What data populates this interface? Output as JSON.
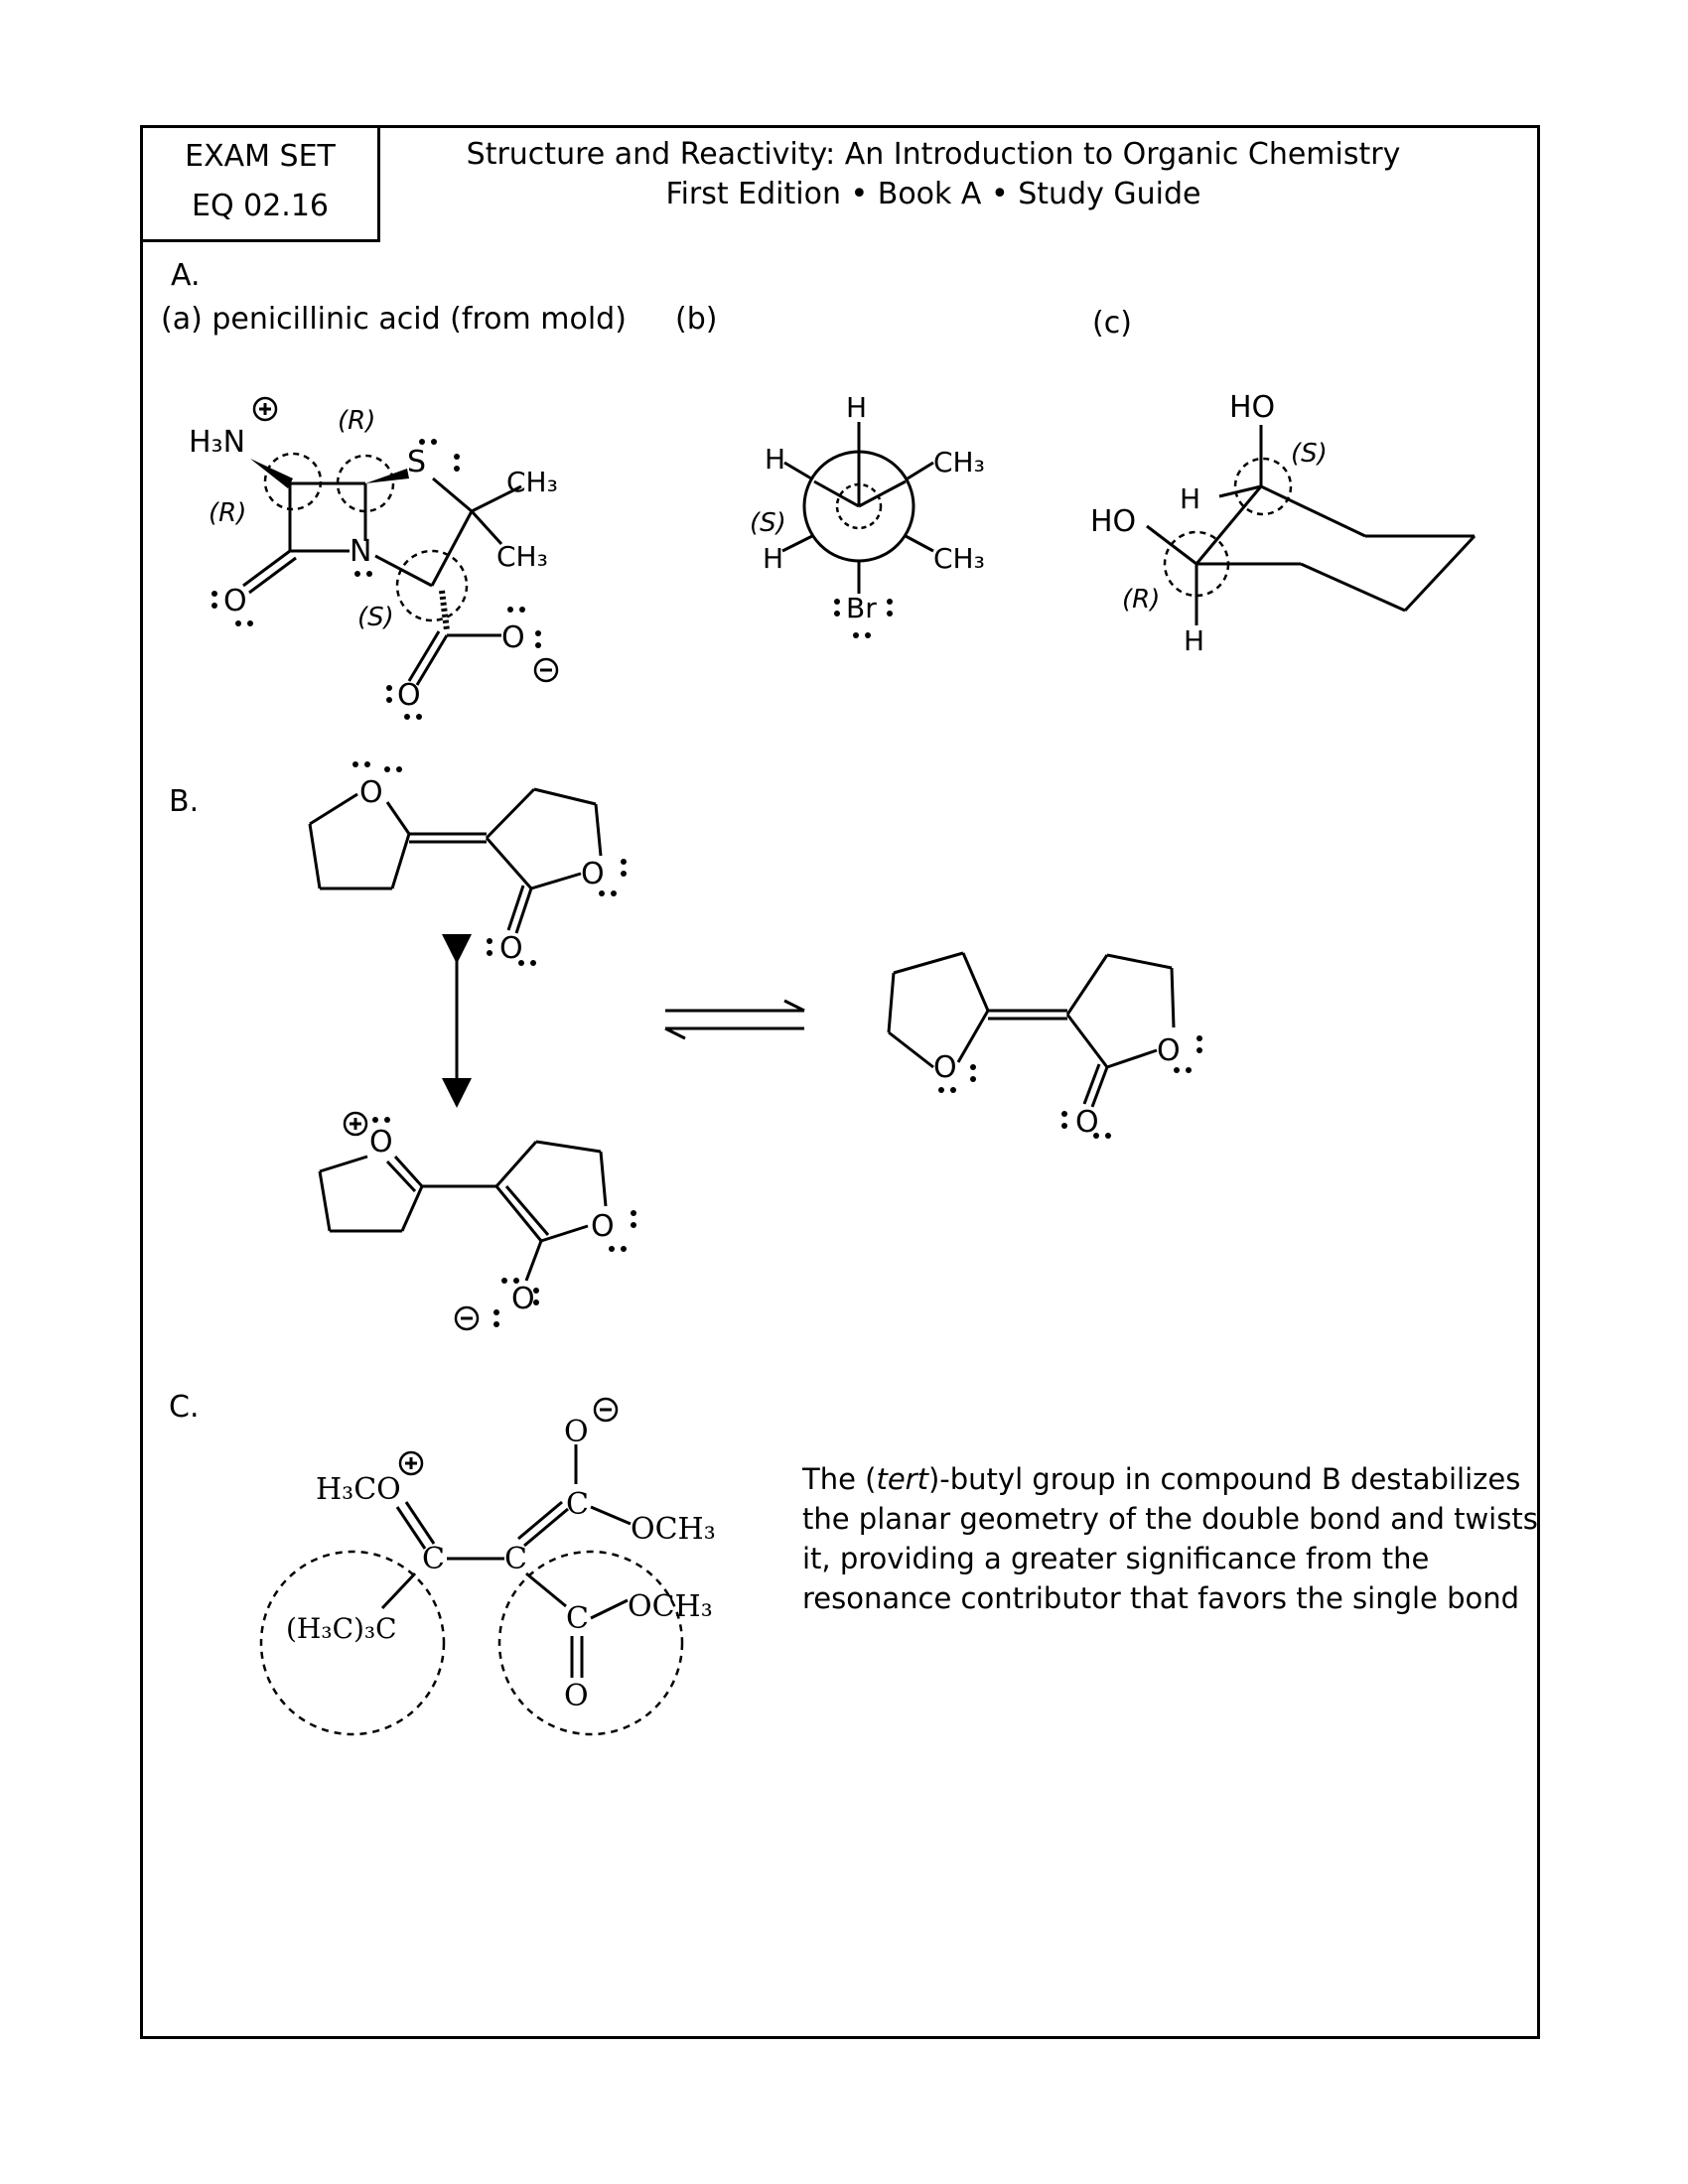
{
  "header": {
    "exam_set": "EXAM SET",
    "exam_code": "EQ 02.16",
    "title_line1": "Structure and Reactivity: An Introduction to Organic Chemistry",
    "title_line2": "First Edition • Book A • Study Guide"
  },
  "section_a": {
    "label": "A.",
    "part_a_label": "(a) penicillinic acid (from mold)",
    "part_b_label": "(b)",
    "part_c_label": "(c)"
  },
  "section_b": {
    "label": "B."
  },
  "section_c": {
    "label": "C.",
    "explanation_before": "The (",
    "explanation_italic": "tert",
    "explanation_after": ")-butyl group in compound B destabilizes the planar geometry of the double bond and twists it, providing a greater significance from the resonance contributor that favors the single bond"
  },
  "molecule_labels": {
    "h3n": "H₃N",
    "r": "(R)",
    "s": "(S)",
    "s_atom": "S",
    "n_atom": "N",
    "o_atom": "O",
    "ch3": "CH₃",
    "h": "H",
    "br": "Br",
    "ho": "HO",
    "h3co": "H₃CO",
    "c_atom": "C",
    "och3": "OCH₃",
    "tbu": "(H₃C)₃C"
  }
}
